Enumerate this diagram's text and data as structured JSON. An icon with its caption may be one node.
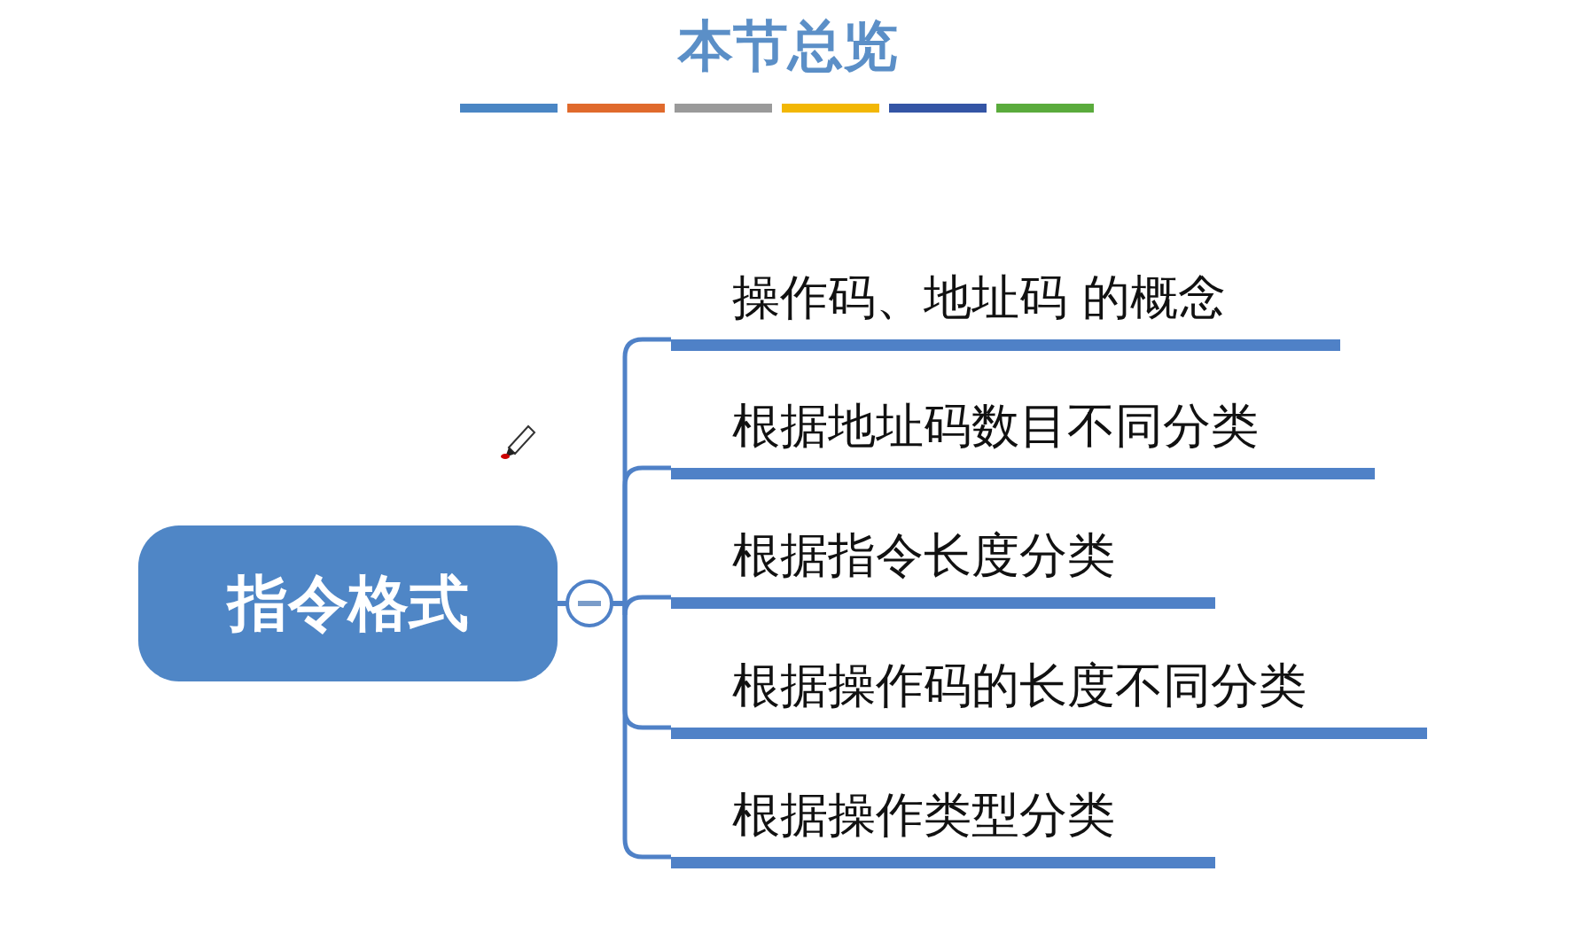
{
  "diagram": {
    "title": "本节总览",
    "nodes": [
      {
        "text": [
          "指令格式"
        ]
      },
      {
        "text": [
          "操作码、地址码 的概念"
        ]
      },
      {
        "text": [
          "根据地址码数目不同分类"
        ]
      },
      {
        "text": [
          "根据指令长度分类"
        ]
      },
      {
        "text": [
          "根据操作码的长度不同分类"
        ]
      },
      {
        "text": [
          "根据操作类型分类"
        ]
      }
    ],
    "edges": [
      {
        "from": 0,
        "to": 1,
        "arrow": "none"
      },
      {
        "from": 0,
        "to": 2,
        "arrow": "none"
      },
      {
        "from": 0,
        "to": 3,
        "arrow": "none"
      },
      {
        "from": 0,
        "to": 4,
        "arrow": "none"
      },
      {
        "from": 0,
        "to": 5,
        "arrow": "none"
      }
    ]
  }
}
